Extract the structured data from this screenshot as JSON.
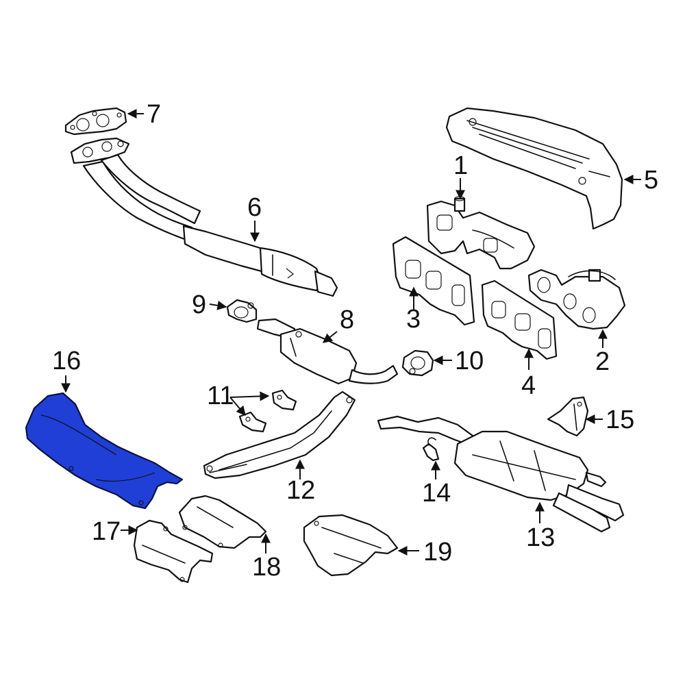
{
  "diagram": {
    "highlight_color": "#1f3fd6",
    "line_color": "#111111",
    "callouts": {
      "c1": "1",
      "c2": "2",
      "c3": "3",
      "c4": "4",
      "c5": "5",
      "c6": "6",
      "c7": "7",
      "c8": "8",
      "c9": "9",
      "c10": "10",
      "c11": "11",
      "c12": "12",
      "c13": "13",
      "c14": "14",
      "c15": "15",
      "c16": "16",
      "c17": "17",
      "c18": "18",
      "c19": "19"
    },
    "highlighted_part": "16"
  }
}
